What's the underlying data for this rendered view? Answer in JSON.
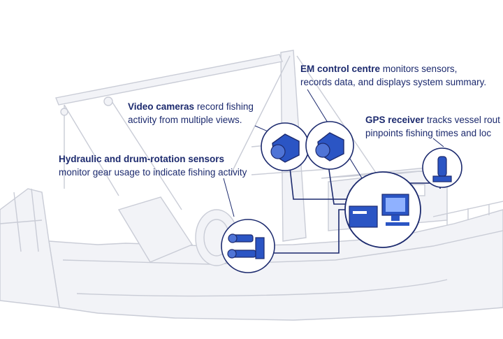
{
  "labels": {
    "em": {
      "title": "EM control centre",
      "line1": " monitors sensors,",
      "line2": "records data, and displays system summary."
    },
    "gps": {
      "title": "GPS receiver",
      "line1": " tracks vessel rout",
      "line2": "pinpoints fishing times and loc"
    },
    "video": {
      "title": "Video cameras",
      "line1": " record fishing",
      "line2": "activity from multiple views."
    },
    "hydraulic": {
      "title": "Hydraulic and drum-rotation sensors",
      "line2": "monitor gear usage to indicate fishing activity"
    }
  },
  "colors": {
    "accent": "#1c2a6e",
    "hull_line": "#c9ccd6",
    "hull_fill": "#f2f3f7",
    "callout_fill": "#ffffff",
    "equipment_blue": "#2b55c4"
  }
}
